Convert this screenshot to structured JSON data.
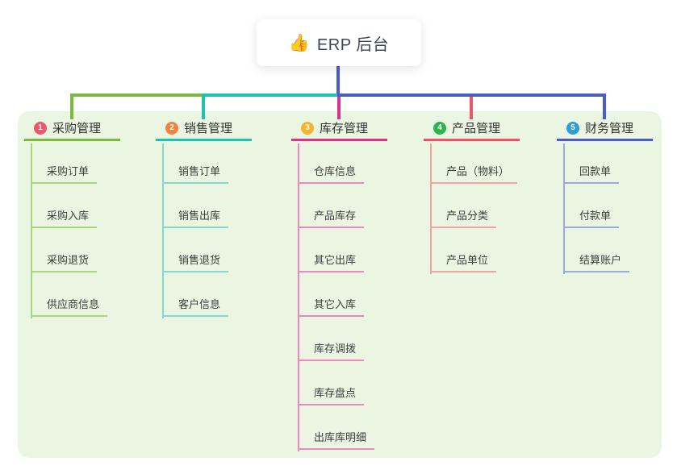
{
  "root": {
    "emoji": "👍",
    "label": "ERP 后台"
  },
  "colors": {
    "panel_bg": "#ebf6e2",
    "root_line": "#4a5cc5"
  },
  "branches": [
    {
      "badge": "1",
      "label": "采购管理",
      "badge_color": "#f0566f",
      "line_color": "#7cba3f",
      "child_line_color": "#a9d67c",
      "children": [
        "采购订单",
        "采购入库",
        "采购退货",
        "供应商信息"
      ]
    },
    {
      "badge": "2",
      "label": "销售管理",
      "badge_color": "#f5823c",
      "line_color": "#1fc2b0",
      "child_line_color": "#84d9cd",
      "children": [
        "销售订单",
        "销售出库",
        "销售退货",
        "客户信息"
      ]
    },
    {
      "badge": "3",
      "label": "库存管理",
      "badge_color": "#f7b32b",
      "line_color": "#d6358b",
      "child_line_color": "#ef86c0",
      "children": [
        "仓库信息",
        "产品库存",
        "其它出库",
        "其它入库",
        "库存调拨",
        "库存盘点",
        "出库库明细"
      ]
    },
    {
      "badge": "4",
      "label": "产品管理",
      "badge_color": "#2fb350",
      "line_color": "#ee5467",
      "child_line_color": "#f7a2a2",
      "children": [
        "产品（物料）",
        "产品分类",
        "产品单位"
      ]
    },
    {
      "badge": "5",
      "label": "财务管理",
      "badge_color": "#2e9fd6",
      "line_color": "#4a5cc5",
      "child_line_color": "#9aaade",
      "children": [
        "回款单",
        "付款单",
        "结算账户"
      ]
    }
  ]
}
